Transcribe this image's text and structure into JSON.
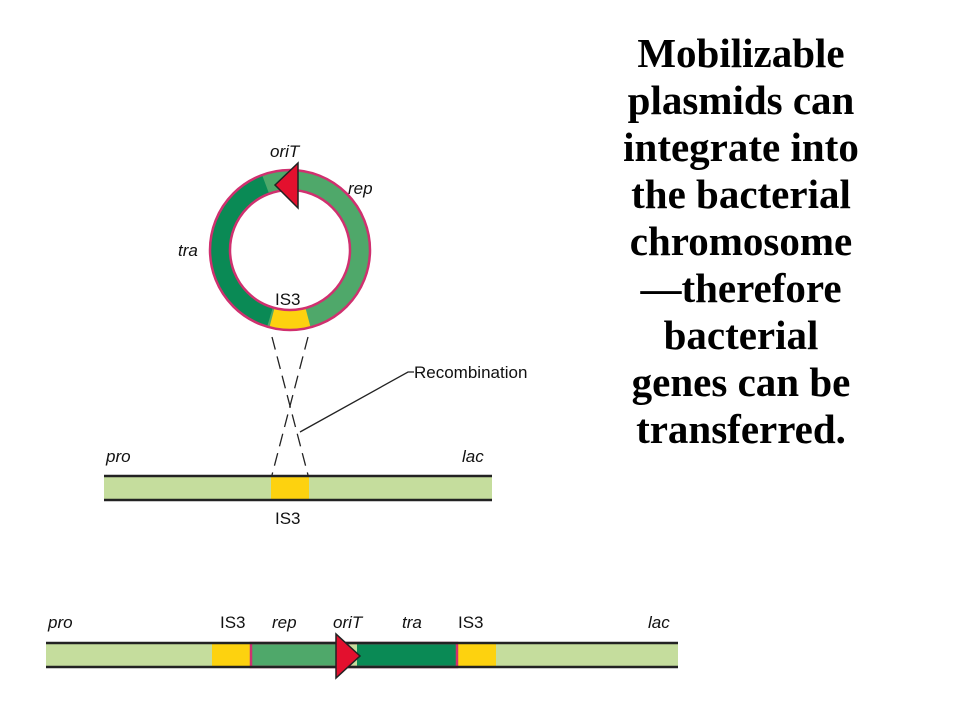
{
  "headline": {
    "lines": [
      "Mobilizable",
      "plasmids can",
      "integrate into",
      "the bacterial",
      "chromosome",
      "—therefore",
      "bacterial",
      "genes can be",
      "transferred."
    ]
  },
  "plasmid": {
    "labels": {
      "oriT": "oriT",
      "rep": "rep",
      "tra": "tra",
      "is3": "IS3"
    }
  },
  "recombination_label": "Recombination",
  "chromosome": {
    "labels": {
      "pro": "pro",
      "lac": "lac",
      "is3": "IS3"
    }
  },
  "integrated": {
    "labels": {
      "pro": "pro",
      "is3_left": "IS3",
      "rep": "rep",
      "oriT": "oriT",
      "tra": "tra",
      "is3_right": "IS3",
      "lac": "lac"
    }
  },
  "colors": {
    "chromosome_fill": "#c5dd9d",
    "rep_green": "#4fa86a",
    "tra_green": "#0a8a55",
    "is3_yellow": "#fdd20f",
    "oriT_red": "#e3102e",
    "plasmid_border": "#d0306f"
  }
}
